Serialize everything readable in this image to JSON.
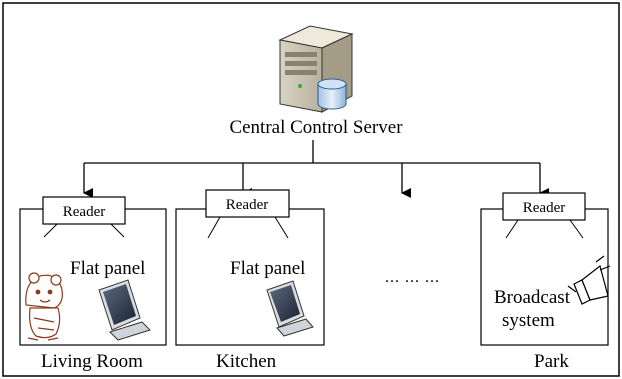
{
  "server": {
    "label": "Central Control Server",
    "icon": "server-database-icon"
  },
  "reader_label": "Reader",
  "rooms": [
    {
      "name": "Living Room",
      "device": "Flat panel",
      "device_icon": "monitor-icon",
      "extra_icon": "cartoon-character-icon"
    },
    {
      "name": "Kitchen",
      "device": "Flat panel",
      "device_icon": "monitor-icon"
    },
    {
      "name": "Park",
      "device_line1": "Broadcast",
      "device_line2": "system",
      "device_icon": "speaker-icon"
    }
  ],
  "ellipsis": "... ... ..."
}
